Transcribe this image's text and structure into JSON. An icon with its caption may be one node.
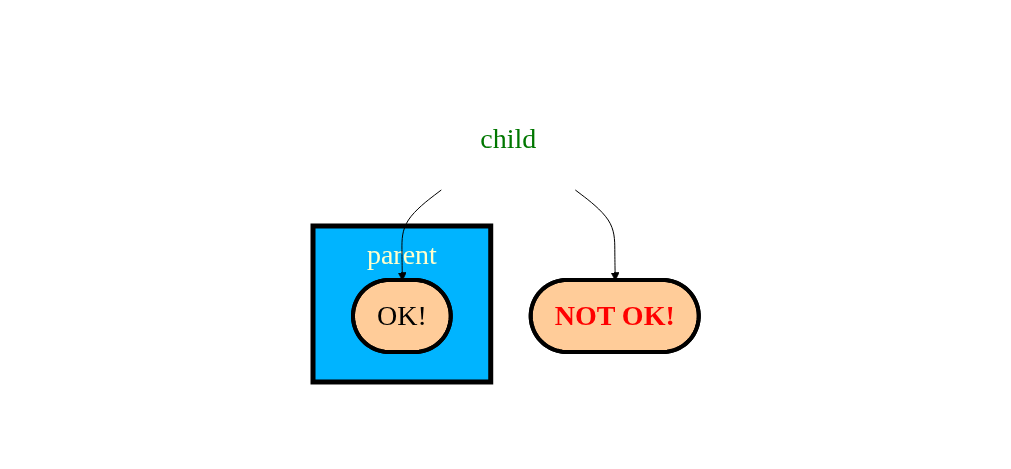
{
  "diagram": {
    "nodes": [
      {
        "text": [
          "child"
        ]
      },
      {
        "text": [
          "parent"
        ]
      },
      {
        "text": [
          "OK!"
        ],
        "in": 1
      },
      {
        "text": [
          "NOT OK!"
        ]
      }
    ],
    "edges": [
      {
        "from": 0,
        "to": 2,
        "arrow": "to"
      },
      {
        "from": 0,
        "to": 3,
        "arrow": "to"
      }
    ]
  }
}
